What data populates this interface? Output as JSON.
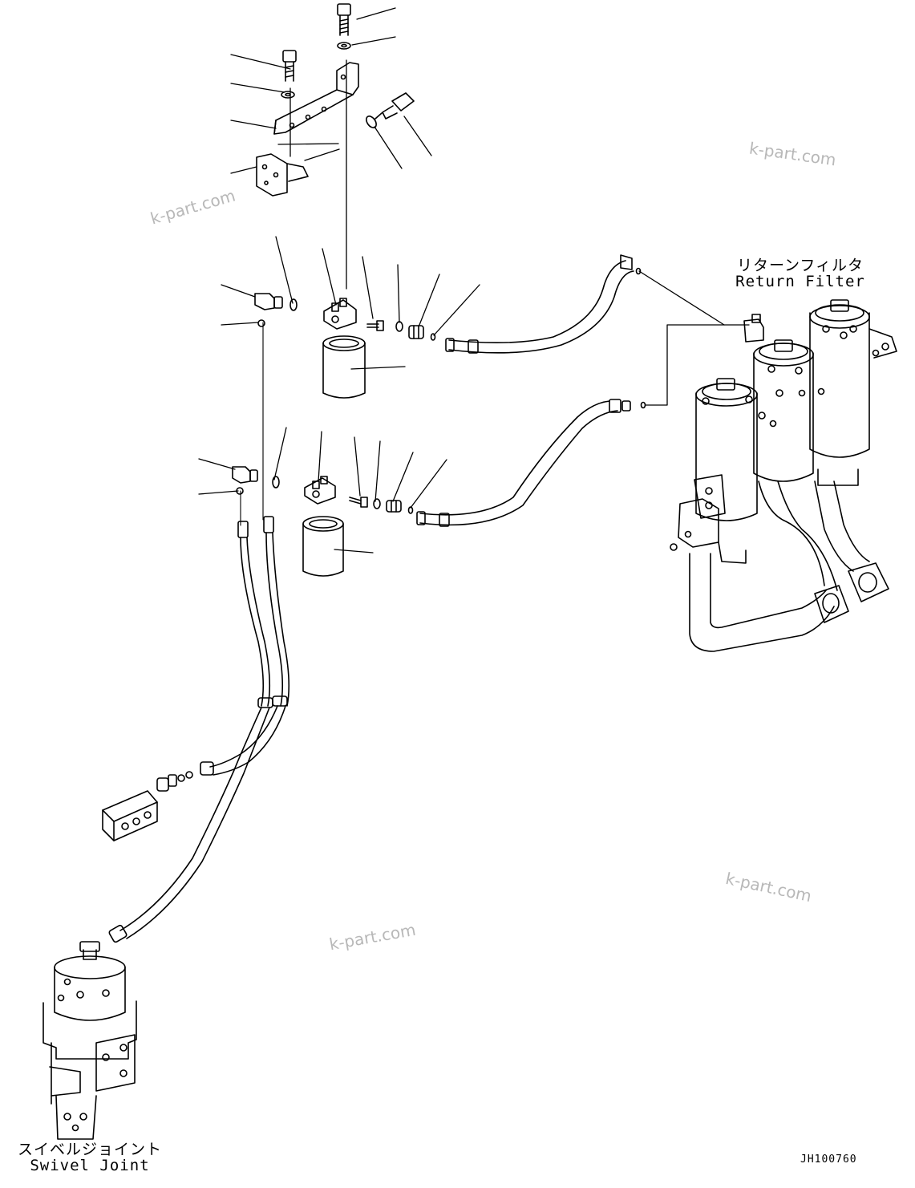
{
  "labels": {
    "return_filter_jp": "リターンフィルタ",
    "return_filter_en": "Return Filter",
    "swivel_joint_jp": "スイベルジョイント",
    "swivel_joint_en": "Swivel Joint"
  },
  "drawing_code": "JH100760",
  "watermark": "k-part.com",
  "colors": {
    "line": "#000000",
    "watermark": "#b8b8b8",
    "background": "#ffffff"
  }
}
